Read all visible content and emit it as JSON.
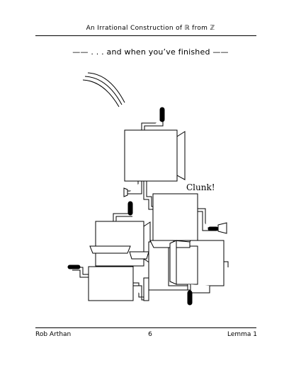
{
  "header": {
    "title": "An Irrational Construction of ℝ from ℤ"
  },
  "subtitle": "—— . . . and when you’ve finished ——",
  "figure": {
    "sound_text": "Clunk!"
  },
  "footer": {
    "author": "Rob Arthan",
    "page_number": "6",
    "section": "Lemma 1"
  }
}
